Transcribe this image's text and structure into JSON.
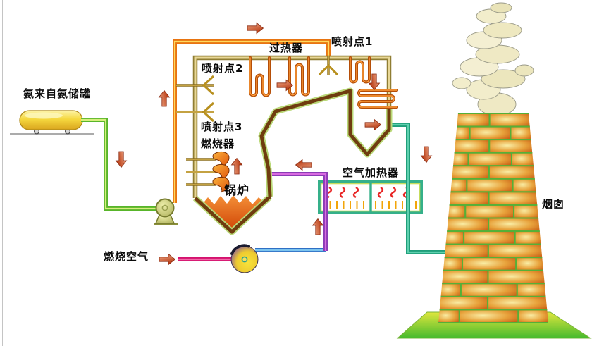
{
  "diagram_title_visible": "",
  "labels": {
    "tank": "氨来自氨储罐",
    "injection1": "喷射点1",
    "injection2": "喷射点2",
    "injection3": "喷射点3",
    "superheater": "过热器",
    "burner": "燃烧器",
    "boiler": "锅炉",
    "air_heater": "空气加热器",
    "combustion_air": "燃烧空气",
    "chimney": "烟囱"
  },
  "icons": {
    "flow_arrow": "3d-block-arrow-red",
    "burner_flame": "orange-flame-droplet",
    "heat_squiggle": "red-wavy-heat-line",
    "smoke": "cream-cloud-puffs",
    "injection_nozzle": "chevron-spray-nozzle"
  },
  "arrows": [
    {
      "name": "flow-arrow",
      "dir": "right",
      "region": "ammonia-top-pipe"
    },
    {
      "name": "flow-arrow",
      "dir": "up",
      "region": "ammonia-riser"
    },
    {
      "name": "flow-arrow",
      "dir": "down",
      "region": "ammonia-downcomer"
    },
    {
      "name": "flow-arrow",
      "dir": "right",
      "region": "superheater-gas-path"
    },
    {
      "name": "flow-arrow",
      "dir": "down",
      "region": "backpass-inlet"
    },
    {
      "name": "flow-arrow",
      "dir": "right",
      "region": "backpass-outlet"
    },
    {
      "name": "flow-arrow",
      "dir": "down",
      "region": "flue-to-chimney"
    },
    {
      "name": "flow-arrow",
      "dir": "left",
      "region": "hot-air-to-furnace"
    },
    {
      "name": "flow-arrow",
      "dir": "up",
      "region": "furnace-gas"
    },
    {
      "name": "flow-arrow",
      "dir": "up",
      "region": "air-heater-riser"
    },
    {
      "name": "flow-arrow",
      "dir": "right",
      "region": "combustion-air-inlet"
    }
  ],
  "colors": {
    "pipe_ammonia_green": "#58b52a",
    "pipe_ammonia_orange": "#e87410",
    "pipe_flue_teal": "#1f9e7a",
    "pipe_air_purple": "#8a3bb5",
    "pipe_air_blue": "#2f6fc4",
    "pipe_air_magenta": "#d5126e",
    "arrow_red": "#c03a10",
    "brick_orange": "#cf6a16",
    "mortar_green": "#55b038",
    "flame_orange": "#e05509",
    "tank_yellow": "#f5d73e",
    "smoke_cream": "#f0ecca",
    "grass_green": "#45ba2c"
  }
}
